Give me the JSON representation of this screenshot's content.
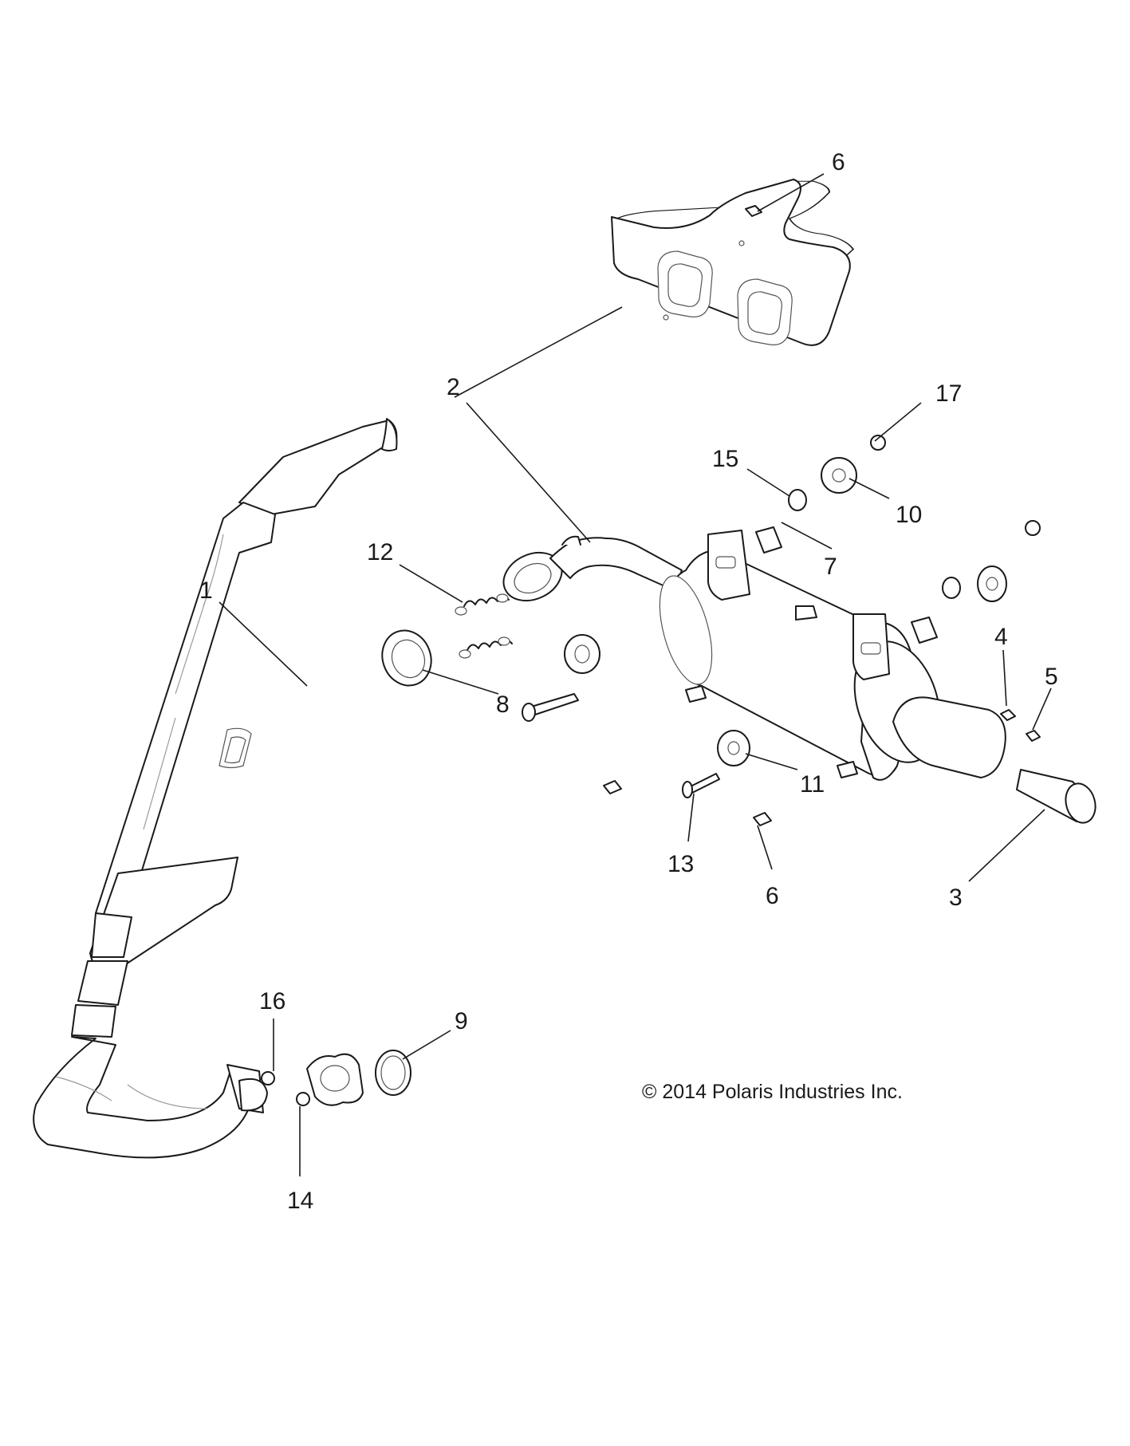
{
  "callouts": [
    "1",
    "2",
    "3",
    "4",
    "5",
    "6",
    "6",
    "7",
    "8",
    "9",
    "10",
    "11",
    "12",
    "13",
    "14",
    "15",
    "16",
    "17"
  ],
  "copyright": "© 2014 Polaris Industries Inc."
}
